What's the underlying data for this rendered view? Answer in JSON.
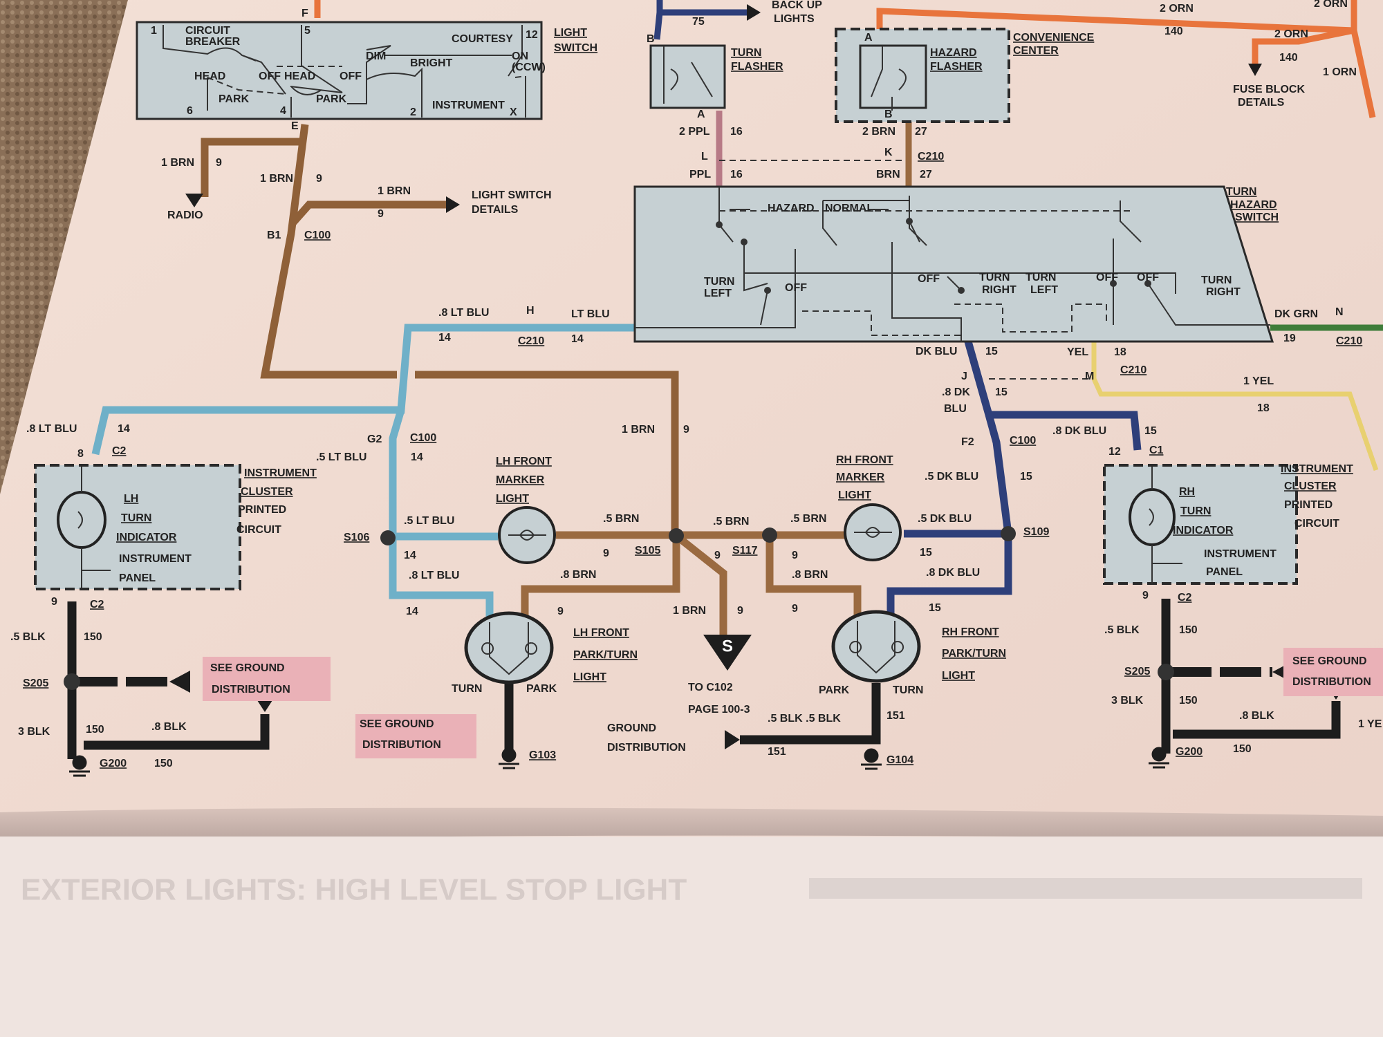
{
  "colors": {
    "brown": "#9a6a40",
    "light_blue": "#6fb0c8",
    "dark_blue": "#2e3f7a",
    "black": "#1d1d1d",
    "orange": "#e8743c",
    "purple": "#b77a86",
    "dark_green": "#3f7d3a",
    "yellow": "#e8d070",
    "pink_box": "#eab1b7"
  },
  "light_switch": {
    "title": [
      "LIGHT",
      "SWITCH"
    ],
    "circuit_breaker": [
      "CIRCUIT",
      "BREAKER"
    ],
    "courtesy": "COURTESY",
    "dim": "DIM",
    "bright": "BRIGHT",
    "on": "ON",
    "ccw": "(CCW)",
    "head_left": "HEAD",
    "off_left": "OFF",
    "head_right": "HEAD",
    "off_right": "OFF",
    "park_left": "PARK",
    "park_right": "PARK",
    "instrument": "INSTRUMENT",
    "pins": {
      "p1": "1",
      "p5": "5",
      "p12": "12",
      "p6": "6",
      "p4": "4",
      "p2": "2",
      "px": "X"
    },
    "conn_f": "F",
    "conn_e": "E"
  },
  "light_switch_feeds": {
    "radio_wire": [
      "1 BRN",
      "9"
    ],
    "radio": "RADIO",
    "main_wire": [
      "1 BRN",
      "9"
    ],
    "details_wire": [
      "1 BRN",
      "9"
    ],
    "details": [
      "LIGHT SWITCH",
      "DETAILS"
    ],
    "c100_pin": "B1",
    "c100": "C100"
  },
  "top": {
    "backup": [
      "BACK UP",
      "LIGHTS"
    ],
    "backup_circuit": "75",
    "backup_pin": "B",
    "turn_flasher": [
      "TURN",
      "FLASHER"
    ],
    "tf_pin_a": "A",
    "ppl_upper": [
      "2 PPL",
      "16"
    ],
    "c210_pin_l": "L",
    "ppl_lower": [
      "PPL",
      "16"
    ],
    "cc_pin_a": "A",
    "hazard_flasher": [
      "HAZARD",
      "FLASHER"
    ],
    "convenience_center": [
      "CONVENIENCE",
      "CENTER"
    ],
    "hf_pin_b": "B",
    "brn_upper": [
      "2 BRN",
      "27"
    ],
    "c210_pin_k": "K",
    "c210": "C210",
    "brn_lower": [
      "BRN",
      "27"
    ],
    "orn": [
      "2 ORN",
      "140",
      "2 ORN",
      "140",
      "1 ORN",
      "2 ORN"
    ],
    "fuse_block": [
      "FUSE BLOCK",
      "DETAILS"
    ]
  },
  "turn_hazard_switch": {
    "title": [
      "TURN",
      "HAZARD",
      "SWITCH"
    ],
    "hazard": "HAZARD",
    "normal": "NORMAL",
    "positions": [
      "TURN",
      "LEFT",
      "OFF",
      "OFF",
      "TURN",
      "RIGHT",
      "TURN",
      "LEFT",
      "OFF",
      "OFF",
      "TURN",
      "RIGHT"
    ],
    "dk_grn": [
      "DK GRN",
      "N",
      "19",
      "C210"
    ],
    "dk_blu": [
      "DK BLU",
      "15"
    ],
    "yel": [
      "YEL",
      "18"
    ],
    "c210_j": "J",
    "c210_m": "M",
    "c210": "C210",
    "yel_run": [
      "1 YEL",
      "18"
    ]
  },
  "lt_blu": {
    "upper": [
      ".8 LT BLU",
      "H",
      "LT BLU",
      "14",
      "C210",
      "14"
    ],
    "left": [
      ".8 LT BLU",
      "14",
      "8",
      "C2"
    ],
    "c100": [
      "G2",
      "C100",
      ".5 LT BLU",
      "14"
    ],
    "s106": "S106",
    "marker": [
      ".5 LT BLU",
      "14",
      ".8 LT BLU"
    ],
    "park": "14"
  },
  "brn": {
    "main": [
      "1 BRN",
      "9"
    ],
    "lh_marker": [
      ".5 BRN",
      "9",
      "S105",
      ".8 BRN"
    ],
    "rh_marker": [
      ".5 BRN",
      "9",
      "S117",
      ".5 BRN",
      "9",
      ".8 BRN"
    ],
    "park_lh": "9",
    "s_drop": [
      "1 BRN",
      "9"
    ],
    "park_rh": "9"
  },
  "dk_blu": {
    "trunk": [
      ".8 DK",
      "BLU",
      "15"
    ],
    "c100": [
      "F2",
      "C100"
    ],
    "branch": [
      ".8 DK BLU",
      "15",
      "12",
      "C1"
    ],
    "to_s109": [
      ".5 DK BLU",
      "15"
    ],
    "marker": [
      ".5 DK BLU",
      "15"
    ],
    "park": [
      ".8 DK BLU",
      "15"
    ],
    "s109": "S109"
  },
  "lh_indicator": {
    "name": [
      "LH",
      "TURN",
      "INDICATOR"
    ],
    "location": [
      "INSTRUMENT",
      "PANEL"
    ],
    "cluster": [
      "INSTRUMENT",
      "CLUSTER",
      "PRINTED",
      "CIRCUIT"
    ]
  },
  "rh_indicator": {
    "name": [
      "RH",
      "TURN",
      "INDICATOR"
    ],
    "location": [
      "INSTRUMENT",
      "PANEL"
    ],
    "cluster": [
      "INSTRUMENT",
      "CLUSTER",
      "PRINTED",
      "CIRCUIT"
    ]
  },
  "lh_marker": [
    "LH FRONT",
    "MARKER",
    "LIGHT"
  ],
  "rh_marker": [
    "RH FRONT",
    "MARKER",
    "LIGHT"
  ],
  "lh_park_turn": {
    "name": [
      "LH FRONT",
      "PARK/TURN",
      "LIGHT"
    ],
    "turn": "TURN",
    "park": "PARK",
    "ground": "G103"
  },
  "rh_park_turn": {
    "name": [
      "RH FRONT",
      "PARK/TURN",
      "LIGHT"
    ],
    "park": "PARK",
    "turn": "TURN",
    "wires": ".5 BLK .5 BLK",
    "circuit": "151",
    "ground_wire": "151",
    "ground": "G104"
  },
  "splice_pack": {
    "symbol": "S",
    "ref": [
      "TO C102",
      "PAGE 100-3"
    ]
  },
  "ground_distribution": [
    "GROUND",
    "DISTRIBUTION"
  ],
  "see_ground": [
    "SEE GROUND",
    "DISTRIBUTION"
  ],
  "lh_ground": {
    "pin": "9",
    "conn": "C2",
    "upper": [
      ".5 BLK",
      "150"
    ],
    "splice": "S205",
    "lower": [
      "3 BLK",
      "150"
    ],
    "branch": ".8 BLK",
    "ground": "G200",
    "ground_circuit": "150"
  },
  "rh_ground": {
    "pin": "9",
    "conn": "C2",
    "upper": [
      ".5 BLK",
      "150"
    ],
    "splice": "S205",
    "lower": [
      "3 BLK",
      "150"
    ],
    "branch": ".8 BLK",
    "ground": "G200",
    "ground_circuit": "150",
    "cut_label": "1 YE"
  },
  "next_page_title": "EXTERIOR LIGHTS: HIGH LEVEL STOP LIGHT"
}
